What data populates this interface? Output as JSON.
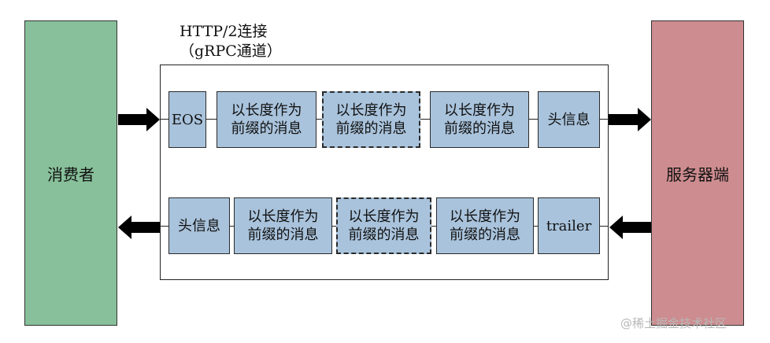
{
  "consumer_label": "消费者",
  "server_label": "服务器端",
  "channel_title_line1": "HTTP/2连接",
  "channel_title_line2": "（gRPC通道）",
  "top_row": [
    {
      "text": "EOS",
      "dashed": false
    },
    {
      "text": "以长度作为\n前缀的消息",
      "dashed": false
    },
    {
      "text": "以长度作为\n前缀的消息",
      "dashed": true
    },
    {
      "text": "以长度作为\n前缀的消息",
      "dashed": false
    },
    {
      "text": "头信息",
      "dashed": false
    }
  ],
  "bottom_row": [
    {
      "text": "头信息",
      "dashed": false
    },
    {
      "text": "以长度作为\n前缀的消息",
      "dashed": false
    },
    {
      "text": "以长度作为\n前缀的消息",
      "dashed": true
    },
    {
      "text": "以长度作为\n前缀的消息",
      "dashed": false
    },
    {
      "text": "trailer",
      "dashed": false
    }
  ],
  "watermark": "@稀土掘金技术社区"
}
